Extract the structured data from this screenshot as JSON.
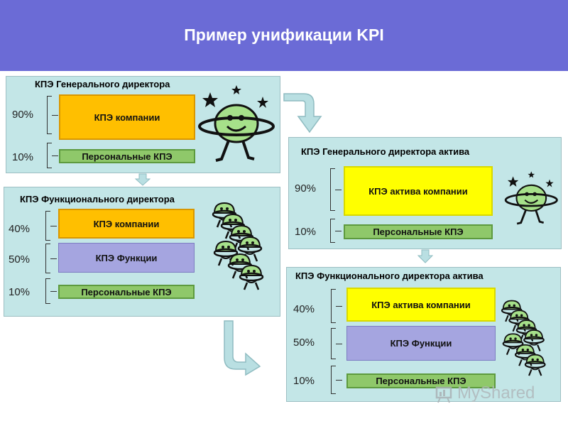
{
  "title": "Пример унификации KPI",
  "panels": {
    "gd": {
      "title": "КПЭ Генерального директора",
      "rows": [
        {
          "percent": "90%",
          "label": "КПЭ компании"
        },
        {
          "percent": "10%",
          "label": "Персональные КПЭ"
        }
      ]
    },
    "fd": {
      "title": "КПЭ Функционального директора",
      "rows": [
        {
          "percent": "40%",
          "label": "КПЭ компании"
        },
        {
          "percent": "50%",
          "label": "КПЭ Функции"
        },
        {
          "percent": "10%",
          "label": "Персональные КПЭ"
        }
      ]
    },
    "gda": {
      "title": "КПЭ Генерального директора актива",
      "rows": [
        {
          "percent": "90%",
          "label": "КПЭ актива компании"
        },
        {
          "percent": "10%",
          "label": "Персональные КПЭ"
        }
      ]
    },
    "fda": {
      "title": "КПЭ Функционального директора актива",
      "rows": [
        {
          "percent": "40%",
          "label": "КПЭ актива компании"
        },
        {
          "percent": "50%",
          "label": "КПЭ Функции"
        },
        {
          "percent": "10%",
          "label": "Персональные КПЭ"
        }
      ]
    }
  },
  "colors": {
    "header": "#6b6bd6",
    "panel": "#c3e6e7",
    "company_kpi": "#ffbf00",
    "asset_kpi": "#ffff00",
    "function_kpi": "#a5a5e0",
    "personal_kpi": "#8fc86a",
    "arrow": "#b9dfe2"
  },
  "watermark": "MyShared"
}
